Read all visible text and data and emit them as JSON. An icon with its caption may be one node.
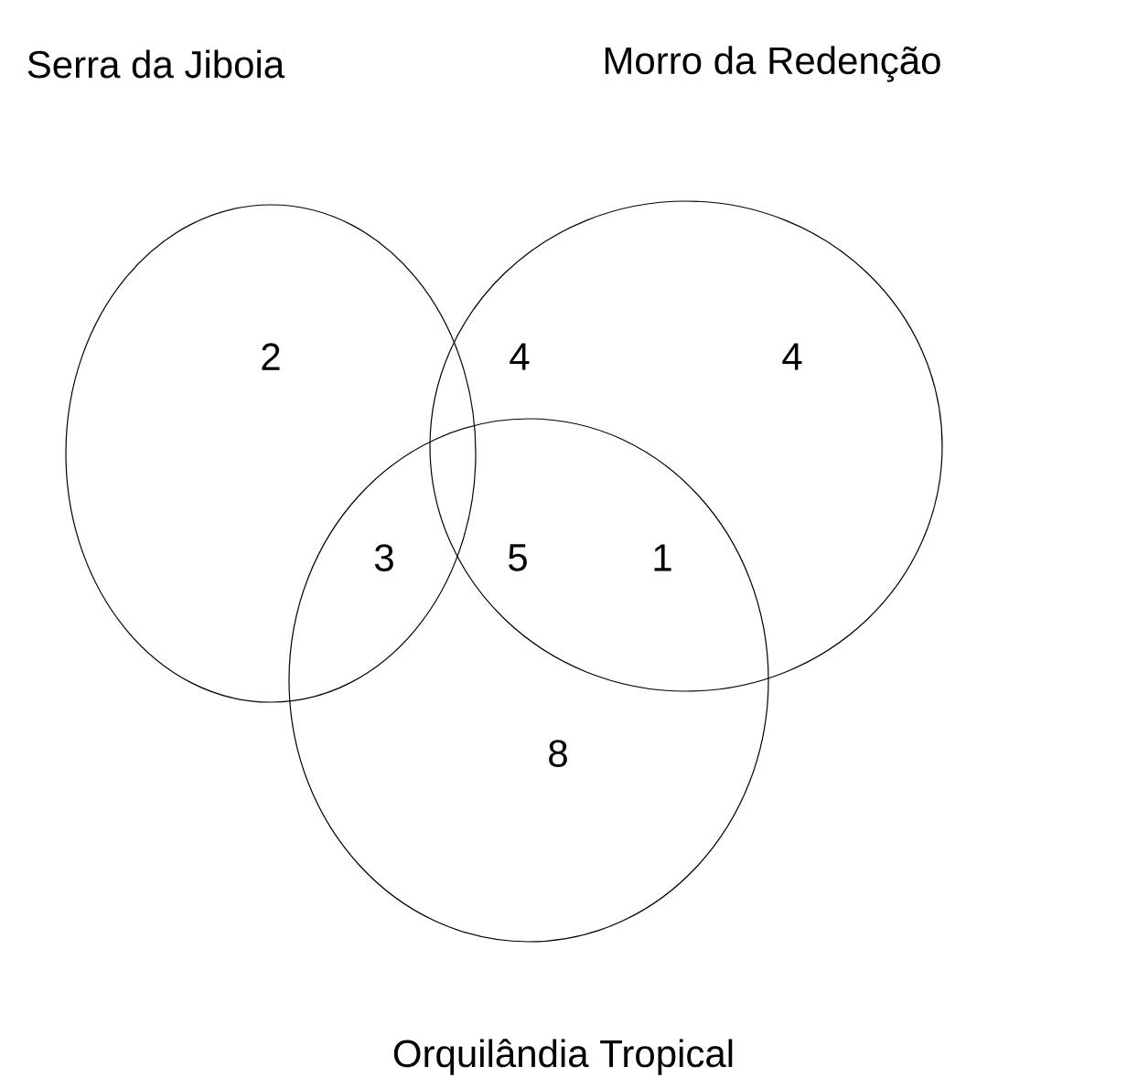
{
  "diagram": {
    "nodes": [
      {
        "text": [
          "Serra da Jiboia"
        ]
      },
      {
        "text": [
          "Morro da Redenção"
        ]
      },
      {
        "text": [
          "Orquilândia Tropical"
        ]
      }
    ],
    "labels": [
      "2",
      "4",
      "4",
      "3",
      "5",
      "1",
      "8"
    ]
  }
}
